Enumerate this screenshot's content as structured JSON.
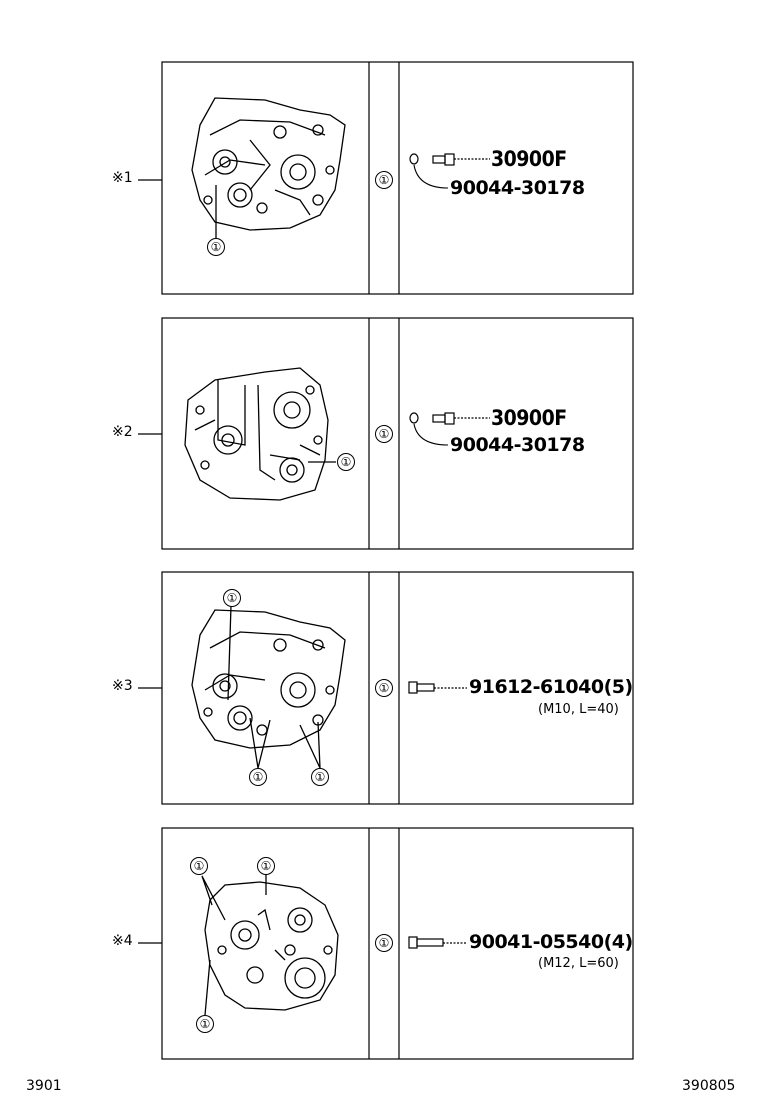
{
  "sections": [
    {
      "marker": "※1",
      "ref": "①",
      "parts": [
        "30900F",
        "90044-30178"
      ]
    },
    {
      "marker": "※2",
      "ref": "①",
      "parts": [
        "30900F",
        "90044-30178"
      ]
    },
    {
      "marker": "※3",
      "ref": "①",
      "parts": [
        "91612-61040(5)"
      ],
      "spec": "(M10, L=40)"
    },
    {
      "marker": "※4",
      "ref": "①",
      "parts": [
        "90041-05540(4)"
      ],
      "spec": "(M12, L=60)"
    }
  ],
  "footer": {
    "left": "3901",
    "right": "390805"
  }
}
